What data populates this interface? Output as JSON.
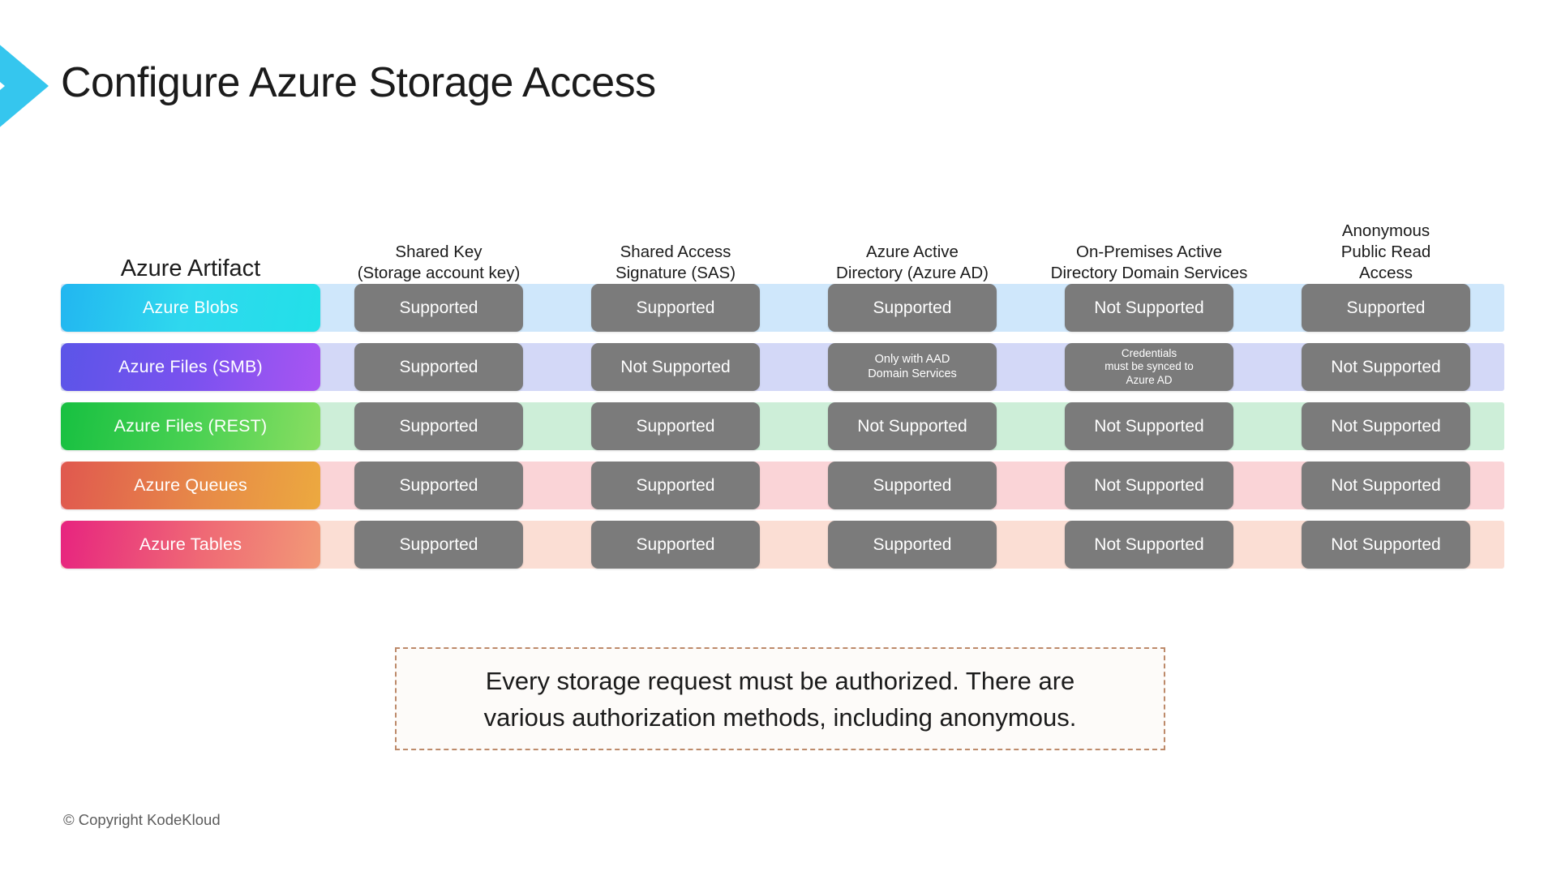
{
  "slide": {
    "title": "Configure Azure Storage Access",
    "copyright": "© Copyright KodeKloud",
    "accent_color": "#35c6ee",
    "pill_color": "#7b7b7b",
    "callout_border_color": "#bd8a6a"
  },
  "icons": {
    "chevron": "chevron-right-icon"
  },
  "table": {
    "headers": [
      {
        "id": "artifact",
        "lines": [
          "Azure Artifact"
        ]
      },
      {
        "id": "shared-key",
        "lines": [
          "Shared Key",
          "(Storage account key)"
        ]
      },
      {
        "id": "sas",
        "lines": [
          "Shared Access",
          "Signature (SAS)"
        ]
      },
      {
        "id": "azure-ad",
        "lines": [
          "Azure Active",
          "Directory (Azure AD)"
        ]
      },
      {
        "id": "onprem-ad",
        "lines": [
          "On-Premises Active",
          "Directory Domain Services"
        ]
      },
      {
        "id": "anonymous",
        "lines": [
          "Anonymous",
          "Public Read",
          "Access"
        ]
      }
    ],
    "rows": [
      {
        "label": "Azure Blobs",
        "gradient": "linear-gradient(100deg, #22b6f0 0%, #2fd8ee 48%, #22e0e8 100%)",
        "stripe": "#cfe7fb",
        "cells": [
          {
            "lines": [
              "Supported"
            ]
          },
          {
            "lines": [
              "Supported"
            ]
          },
          {
            "lines": [
              "Supported"
            ]
          },
          {
            "lines": [
              "Not Supported"
            ]
          },
          {
            "lines": [
              "Supported"
            ]
          }
        ]
      },
      {
        "label": "Azure Files (SMB)",
        "gradient": "linear-gradient(100deg, #5b55e8 0%, #7b52ef 52%, #a955f2 100%)",
        "stripe": "#d3d8f7",
        "cells": [
          {
            "lines": [
              "Supported"
            ]
          },
          {
            "lines": [
              "Not Supported"
            ]
          },
          {
            "lines": [
              "Only with AAD",
              "Domain Services"
            ],
            "size": "multi"
          },
          {
            "lines": [
              "Credentials",
              "must be synced to",
              "Azure AD"
            ],
            "size": "multi2"
          },
          {
            "lines": [
              "Not Supported"
            ]
          }
        ]
      },
      {
        "label": "Azure Files (REST)",
        "gradient": "linear-gradient(100deg, #17c041 0%, #4ad152 52%, #8ade62 100%)",
        "stripe": "#cdeed8",
        "cells": [
          {
            "lines": [
              "Supported"
            ]
          },
          {
            "lines": [
              "Supported"
            ]
          },
          {
            "lines": [
              "Not Supported"
            ]
          },
          {
            "lines": [
              "Not Supported"
            ]
          },
          {
            "lines": [
              "Not Supported"
            ]
          }
        ]
      },
      {
        "label": "Azure Queues",
        "gradient": "linear-gradient(100deg, #e0584f 0%, #e78a48 55%, #eca93f 100%)",
        "stripe": "#fad4d7",
        "cells": [
          {
            "lines": [
              "Supported"
            ]
          },
          {
            "lines": [
              "Supported"
            ]
          },
          {
            "lines": [
              "Supported"
            ]
          },
          {
            "lines": [
              "Not Supported"
            ]
          },
          {
            "lines": [
              "Not Supported"
            ]
          }
        ]
      },
      {
        "label": "Azure Tables",
        "gradient": "linear-gradient(100deg, #e7247f 0%, #ef6a75 55%, #f29a76 100%)",
        "stripe": "#fbded4",
        "cells": [
          {
            "lines": [
              "Supported"
            ]
          },
          {
            "lines": [
              "Supported"
            ]
          },
          {
            "lines": [
              "Supported"
            ]
          },
          {
            "lines": [
              "Not Supported"
            ]
          },
          {
            "lines": [
              "Not Supported"
            ]
          }
        ]
      }
    ]
  },
  "callout": {
    "line1": "Every storage request must be authorized. There are",
    "line2": "various authorization methods, including anonymous."
  }
}
